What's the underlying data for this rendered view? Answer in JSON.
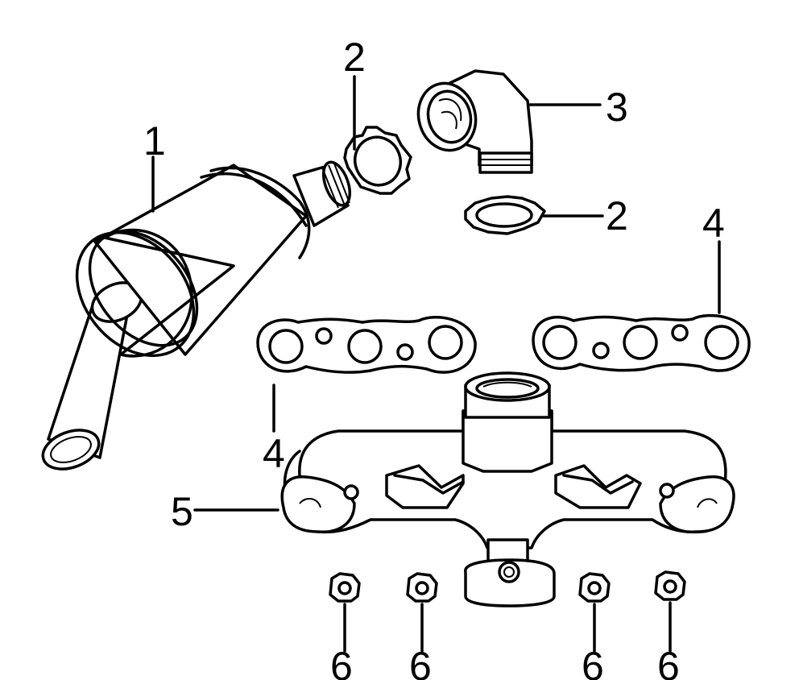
{
  "colors": {
    "line": "#000000",
    "background": "#ffffff"
  },
  "callouts": {
    "c1": "1",
    "c2_top": "2",
    "c2_right": "2",
    "c3": "3",
    "c4_right_top": "4",
    "c4_left_bottom": "4",
    "c5": "5",
    "c6_a": "6",
    "c6_b": "6",
    "c6_c": "6",
    "c6_d": "6"
  },
  "parts": {
    "muffler": "muffler-with-tailpipe",
    "lock_washer": "toothed-lock-washer",
    "elbow": "pipe-elbow",
    "gasket": "manifold-gasket",
    "manifold": "exhaust-manifold",
    "nut": "hex-nut"
  }
}
